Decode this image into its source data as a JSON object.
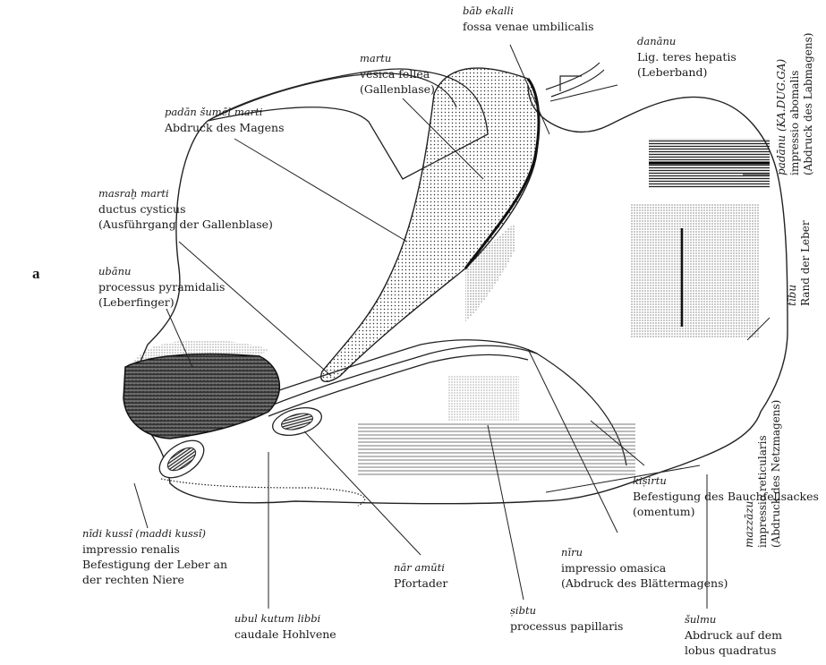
{
  "panel_label": "a",
  "labels": {
    "bab_ekalli": {
      "akkadian": "bāb ekalli",
      "lines": [
        "fossa venae umbilicalis"
      ]
    },
    "danaanu": {
      "akkadian": "danānu",
      "lines": [
        "Lig. teres hepatis",
        "(Leberband)"
      ]
    },
    "martu": {
      "akkadian": "martu",
      "lines": [
        "vesica fellea",
        "(Gallenblase)"
      ]
    },
    "padan_sumel": {
      "akkadian": "padān šumēl marti",
      "lines": [
        "Abdruck des Magens"
      ]
    },
    "masrah_marti": {
      "akkadian": "masraḫ marti",
      "lines": [
        "ductus cysticus",
        "(Ausführgang der Gallenblase)"
      ]
    },
    "ubanu": {
      "akkadian": "ubānu",
      "lines": [
        "processus pyramidalis",
        "(Leberfinger)"
      ]
    },
    "nidi_kussi": {
      "akkadian": "nīdi kussî (maddi kussî)",
      "lines": [
        "impressio renalis",
        "Befestigung der Leber an",
        "der rechten Niere"
      ]
    },
    "nar_amuti": {
      "akkadian": "nār amūti",
      "lines": [
        "Pfortader"
      ]
    },
    "ubul_kutum": {
      "akkadian": "ubul kutum libbi",
      "lines": [
        "caudale Hohlvene"
      ]
    },
    "sibtu": {
      "akkadian": "ṣibtu",
      "lines": [
        "processus papillaris"
      ]
    },
    "niru": {
      "akkadian": "nīru",
      "lines": [
        "impressio omasica",
        "(Abdruck des Blättermagens)"
      ]
    },
    "kisirtu": {
      "akkadian": "kiṣirtu",
      "lines": [
        "Befestigung des Bauchfellsackes",
        "(omentum)"
      ]
    },
    "sulmu": {
      "akkadian": "šulmu",
      "lines": [
        "Abdruck auf dem",
        "lobus quadratus"
      ]
    }
  },
  "vertical_labels": {
    "padanu": {
      "akkadian": "padānu (KA.DUG.GA)",
      "lines": [
        "impressio abomalis",
        "(Abdruck des Labmagens)"
      ]
    },
    "tibu": {
      "akkadian": "tību",
      "lines": [
        "Rand der Leber"
      ]
    },
    "mazzazu": {
      "akkadian": "mazzāzu",
      "lines": [
        "impressio reticularis",
        "(Abdruck des Netzmagens)"
      ]
    }
  }
}
